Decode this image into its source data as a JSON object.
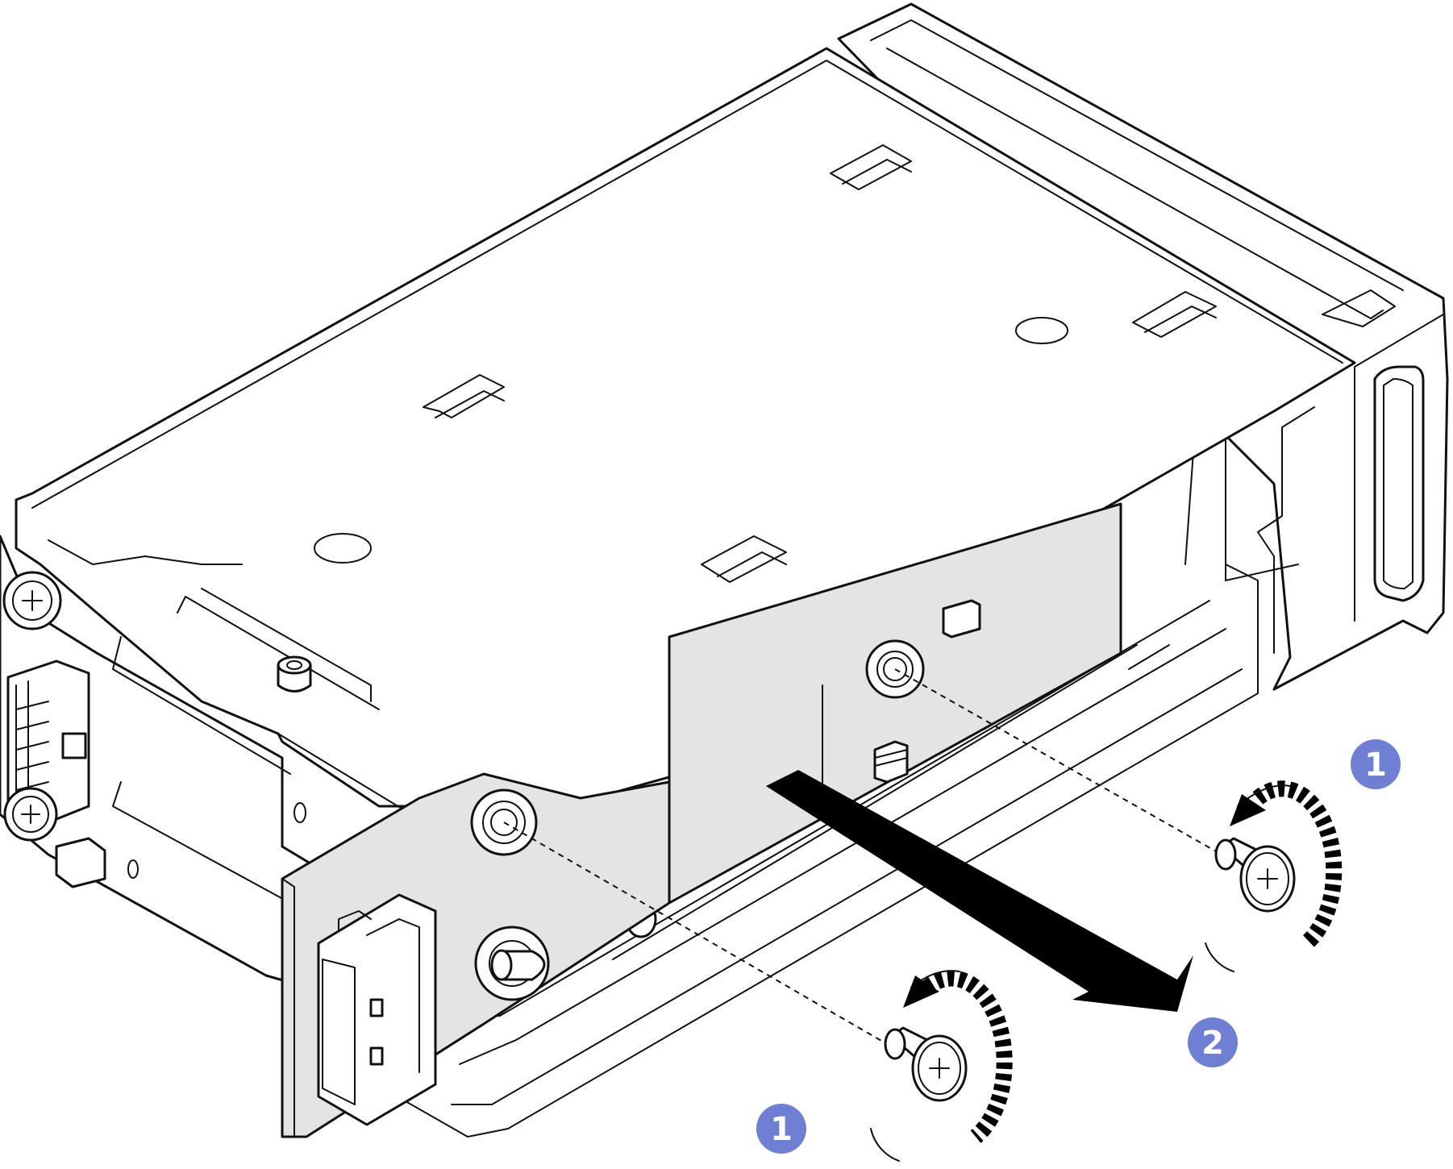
{
  "colors": {
    "line": "#111111",
    "background": "#ffffff",
    "board_fill": "#e4e4e4",
    "callout_fill": "#6f7fd4",
    "callout_text": "#ffffff"
  },
  "callouts": [
    {
      "id": "screw-right",
      "label": "1"
    },
    {
      "id": "slide",
      "label": "2"
    },
    {
      "id": "screw-left",
      "label": "1"
    }
  ],
  "icons": {
    "arrow": "removal-direction-arrow",
    "screw": "phillips-screw-icon",
    "rotate": "counterclockwise-rotation-icon"
  }
}
